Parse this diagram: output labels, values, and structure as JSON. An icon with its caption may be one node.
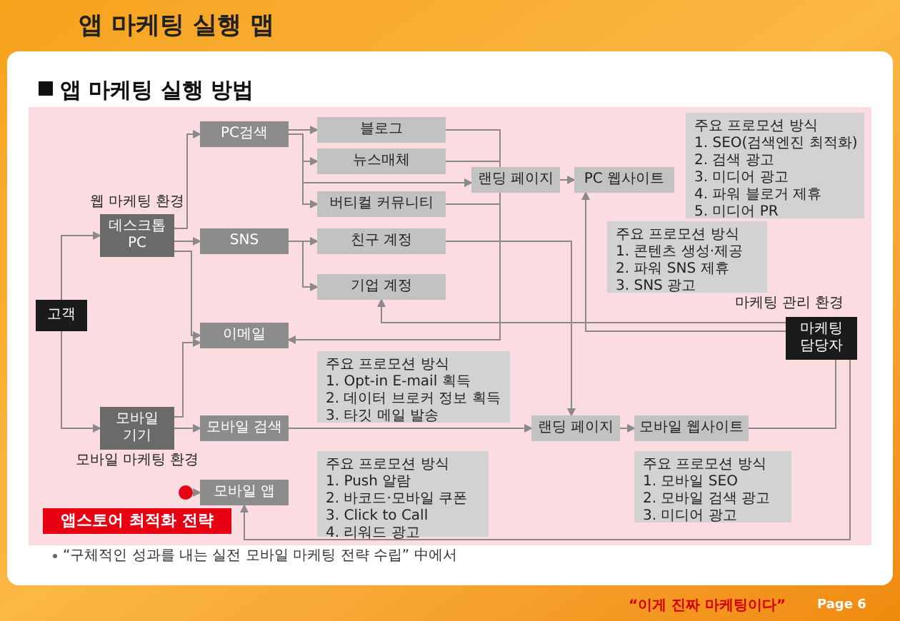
{
  "diagram": {
    "title": "앱 마케팅 실행 맵",
    "nodes": [
      {
        "text": [
          "고객"
        ]
      },
      {
        "text": [
          "데스크톱 PC"
        ],
        "beside": [
          "웹 마케팅 환경"
        ]
      },
      {
        "text": [
          "모바일 기기"
        ],
        "beside": [
          "모바일 마케팅 환경"
        ]
      },
      {
        "text": [
          "PC검색"
        ]
      },
      {
        "text": [
          "SNS"
        ]
      },
      {
        "text": [
          "이메일"
        ]
      },
      {
        "text": [
          "모바일 검색"
        ]
      },
      {
        "text": [
          "모바일 앱"
        ]
      },
      {
        "text": [
          "블로그"
        ]
      },
      {
        "text": [
          "뉴스매체"
        ]
      },
      {
        "text": [
          "버티컬 커뮤니티"
        ]
      },
      {
        "text": [
          "친구 계정"
        ]
      },
      {
        "text": [
          "기업 계정"
        ]
      },
      {
        "text": [
          "랜딩 페이지"
        ]
      },
      {
        "text": [
          "PC 웹사이트"
        ]
      },
      {
        "text": [
          "주요 프로모션 방식",
          "1. SEO(검색엔진 최적화)",
          "2. 검색 광고",
          "3. 미디어 광고",
          "4. 파워 블로거 제휴",
          "5. 미디어 PR"
        ]
      },
      {
        "text": [
          "주요 프로모션 방식",
          "1. 콘텐츠 생성·제공",
          "2. 파워 SNS 제휴",
          "3. SNS 광고"
        ]
      },
      {
        "text": [
          "마케팅 담당자"
        ],
        "beside": [
          "마케팅 관리 환경"
        ]
      },
      {
        "text": [
          "주요 프로모션 방식",
          "1. Opt-in E-mail 획득",
          "2. 데이터 브로커 정보 획득",
          "3. 타깃 메일 발송"
        ]
      },
      {
        "text": [
          "랜딩 페이지"
        ]
      },
      {
        "text": [
          "모바일 웹사이트"
        ]
      },
      {
        "text": [
          "주요 프로모션 방식",
          "1. 모바일 SEO",
          "2. 모바일 검색 광고",
          "3. 미디어 광고"
        ]
      },
      {
        "text": [
          "주요 프로모션 방식",
          "1. Push 알람",
          "2. 바코드·모바일 쿠폰",
          "3. Click to Call",
          "4. 리워드 광고"
        ]
      },
      {
        "text": [],
        "shape": "circle"
      },
      {
        "text": [
          "앱스토어 최적화 전략"
        ]
      }
    ],
    "edges": [
      {
        "from": 0,
        "to": 1,
        "arrow": "to"
      },
      {
        "from": 0,
        "to": 2,
        "arrow": "to"
      },
      {
        "from": 1,
        "to": 3,
        "arrow": "to"
      },
      {
        "from": 1,
        "to": 4,
        "arrow": "to"
      },
      {
        "from": 1,
        "to": 5,
        "arrow": "to"
      },
      {
        "from": 2,
        "to": 6,
        "arrow": "to"
      },
      {
        "from": 2,
        "to": 5,
        "arrow": "to"
      },
      {
        "from": 23,
        "to": 7,
        "arrow": "to"
      },
      {
        "from": 3,
        "to": 8,
        "arrow": "to"
      },
      {
        "from": 3,
        "to": 9,
        "arrow": "to"
      },
      {
        "from": 3,
        "to": 13,
        "arrow": "to"
      },
      {
        "from": 3,
        "to": 10,
        "arrow": "to"
      },
      {
        "from": 4,
        "to": 11,
        "arrow": "to"
      },
      {
        "from": 4,
        "to": 12,
        "arrow": "to"
      },
      {
        "from": 8,
        "to": 13,
        "arrow": "none"
      },
      {
        "from": 9,
        "to": 13,
        "arrow": "none"
      },
      {
        "from": 10,
        "to": 13,
        "arrow": "none"
      },
      {
        "from": 13,
        "to": 5,
        "arrow": "to"
      },
      {
        "from": 13,
        "to": 14,
        "arrow": "to"
      },
      {
        "from": 17,
        "to": 14,
        "arrow": "to"
      },
      {
        "from": 17,
        "to": 12,
        "arrow": "to"
      },
      {
        "from": 11,
        "to": 19,
        "arrow": "to"
      },
      {
        "from": 6,
        "to": 19,
        "arrow": "to"
      },
      {
        "from": 19,
        "to": 20,
        "arrow": "to"
      },
      {
        "from": 17,
        "to": 20,
        "arrow": "none"
      },
      {
        "from": 17,
        "to": 7,
        "arrow": "to"
      }
    ],
    "labels": [
      "앱 마케팅 실행 방법",
      "“구체적인 성과를 내는 실전 모바일 마케팅 전략 수립” 中에서",
      "“이게 진짜 마케팅이다”",
      "Page 6"
    ]
  }
}
